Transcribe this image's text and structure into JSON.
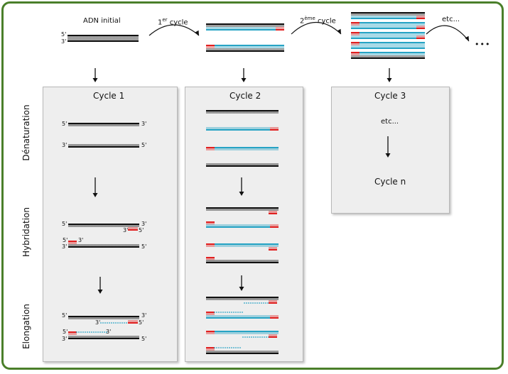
{
  "top": {
    "initial_label": "ADN initial",
    "cycle1_arrow_prefix": "1",
    "cycle1_arrow_sup": "er",
    "cycle1_arrow_suffix": " cycle",
    "cycle2_arrow_prefix": "2",
    "cycle2_arrow_sup": "ème",
    "cycle2_arrow_suffix": " cycle",
    "etc_label": "etc...",
    "dots": "•••"
  },
  "panels": {
    "cycle1_title": "Cycle 1",
    "cycle2_title": "Cycle 2",
    "cycle3_title": "Cycle 3",
    "cycle3_etc": "etc...",
    "cycle3_n": "Cycle n"
  },
  "steps": {
    "denaturation": "Dénaturation",
    "hybridation": "Hybridation",
    "elongation": "Elongation"
  },
  "ends": {
    "five": "5'",
    "three": "3'"
  },
  "colors": {
    "frame": "#4a7f2a",
    "dna": "#111111",
    "primer": "#e02020",
    "new_strand": "#27a3c4",
    "panel": "#eeeeee"
  }
}
